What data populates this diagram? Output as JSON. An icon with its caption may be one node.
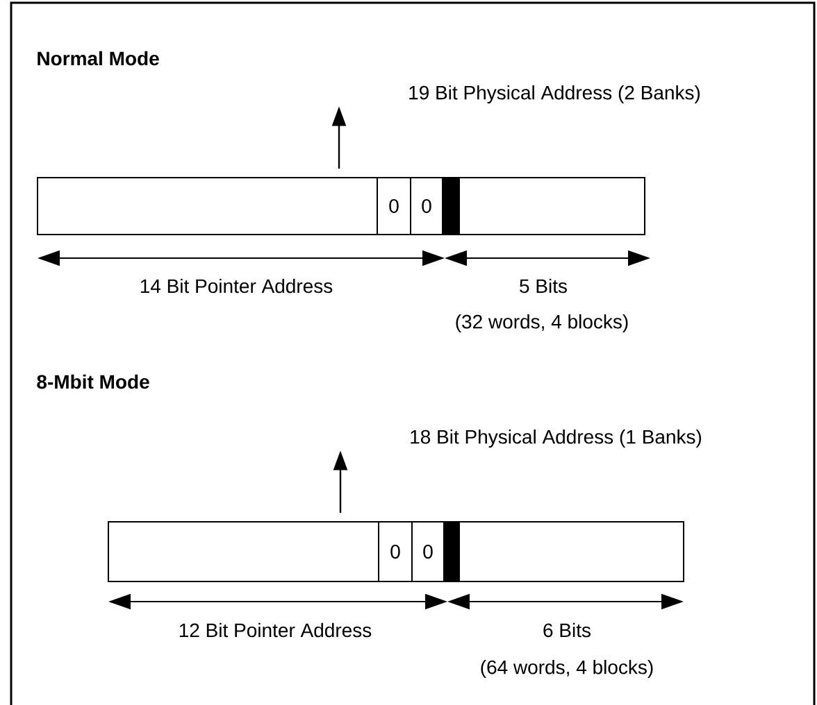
{
  "diagram": {
    "nodes": [
      {
        "text": [],
        "shape": "bar"
      },
      {
        "text": [
          "0"
        ],
        "in": 0
      },
      {
        "text": [
          "0"
        ],
        "in": 0
      },
      {
        "text": [
          "19 Bit Physical Address (2 Banks)"
        ]
      },
      {
        "text": [],
        "shape": "bar"
      },
      {
        "text": [
          "0"
        ],
        "in": 4
      },
      {
        "text": [
          "0"
        ],
        "in": 4
      },
      {
        "text": [
          "18 Bit Physical Address (1 Banks)"
        ]
      }
    ],
    "edges": [
      {
        "from": 0,
        "to": 3,
        "arrow": "to"
      },
      {
        "from": 4,
        "to": 7,
        "arrow": "to"
      }
    ],
    "labels": [
      "Normal Mode",
      "14 Bit Pointer Address",
      "5 Bits",
      "(32 words, 4 blocks)",
      "8-Mbit Mode",
      "12 Bit Pointer Address",
      "6 Bits",
      "(64 words, 4 blocks)"
    ]
  }
}
